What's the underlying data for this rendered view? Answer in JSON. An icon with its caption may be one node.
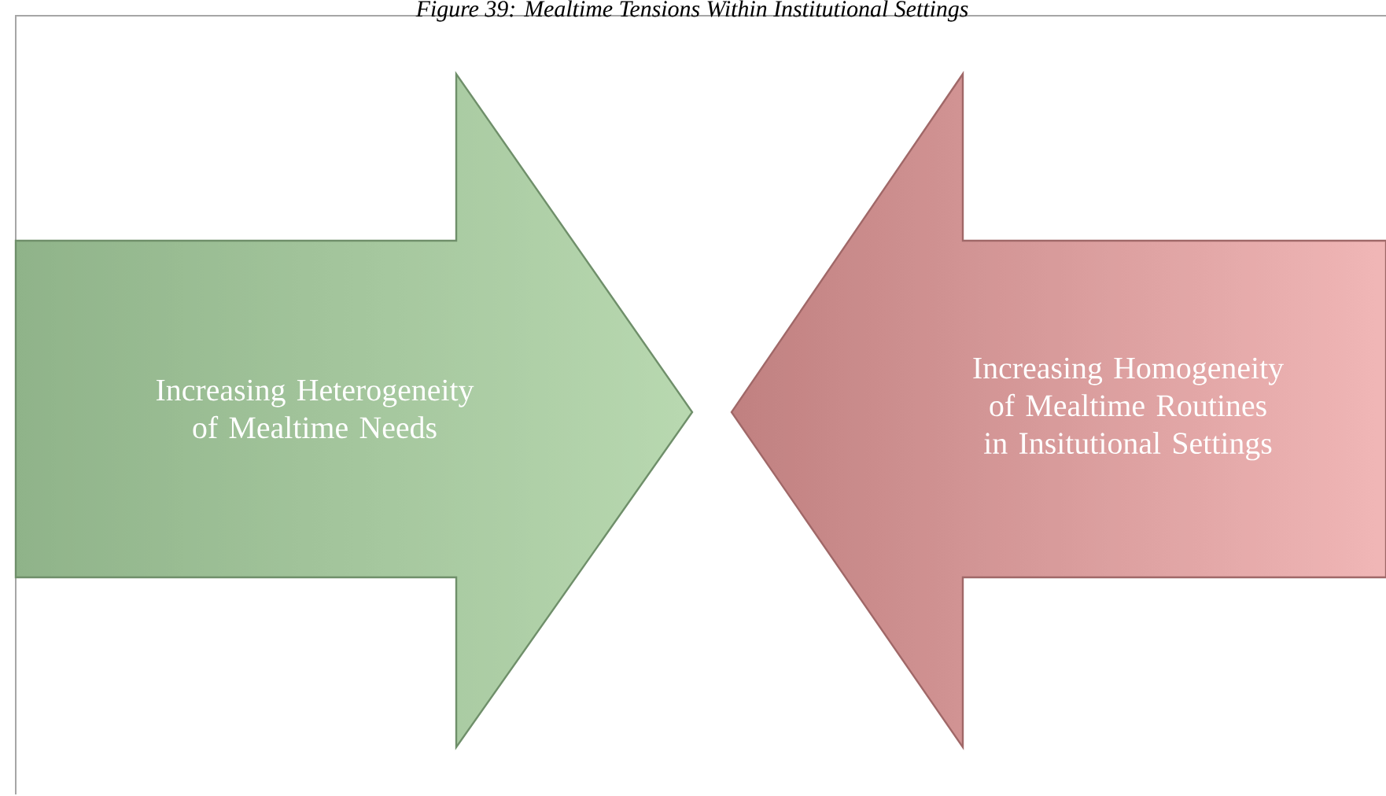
{
  "diagram": {
    "title": "Figure 39: Mealtime Tensions Within Institutional Settings",
    "nodes": [
      {
        "text": [
          "Increasing Heterogeneity of Mealtime Needs"
        ]
      },
      {
        "text": [
          "Increasing Homogeneity of Mealtime Routines in Insitutional Settings"
        ]
      }
    ]
  }
}
